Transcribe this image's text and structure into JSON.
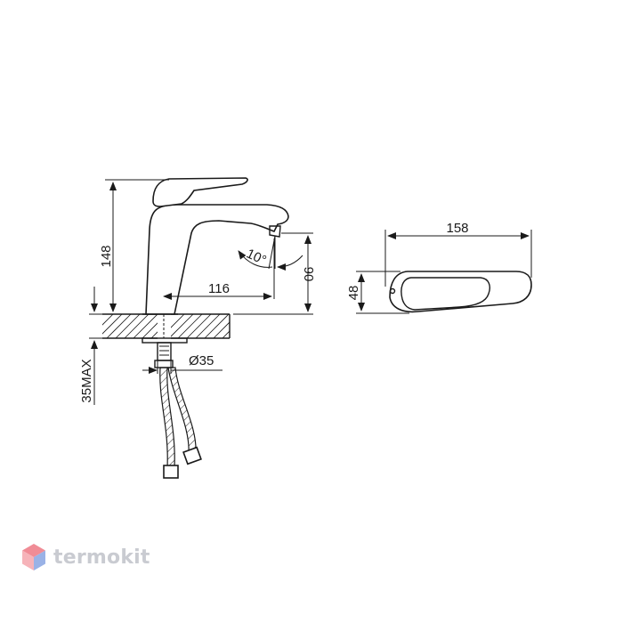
{
  "dimensions": {
    "height": "148",
    "spout_reach": "116",
    "spout_height": "90",
    "spout_angle": "10°",
    "hole_diameter": "Ø35",
    "max_countertop": "35MAX",
    "handle_length": "158",
    "handle_width": "48"
  },
  "brand": {
    "name": "termokit",
    "colors": {
      "logo_pink": "#f08c96",
      "logo_blue": "#9ab2e6",
      "logo_text": "#c9cbd1"
    }
  }
}
